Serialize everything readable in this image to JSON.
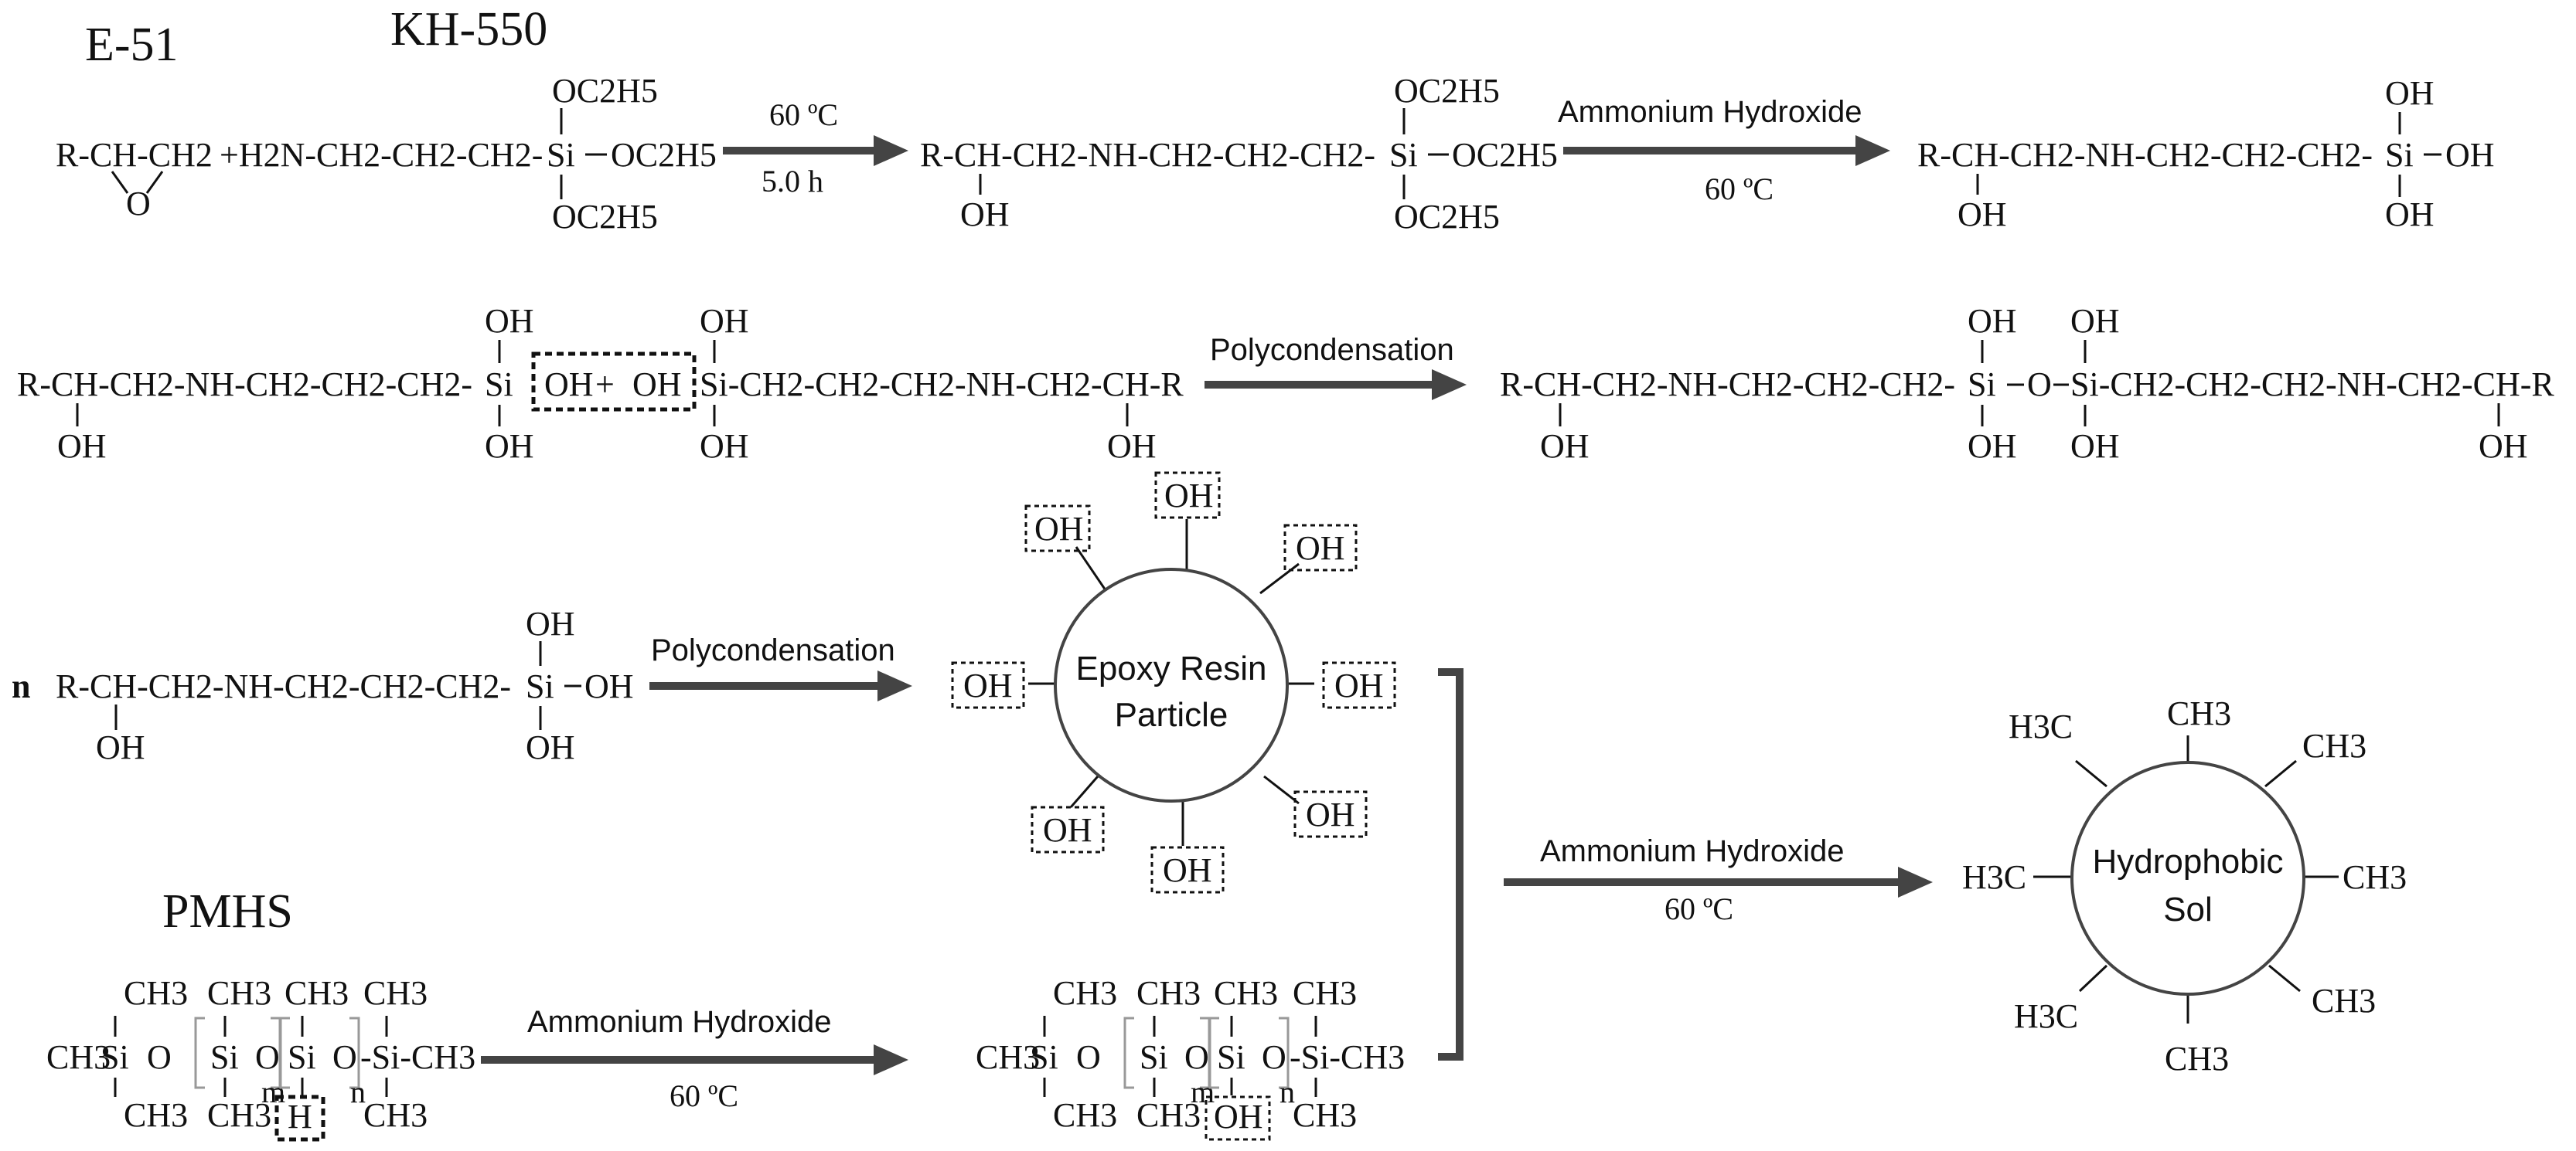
{
  "labels": {
    "e51": "E-51",
    "kh550": "KH-550",
    "pmhs": "PMHS",
    "n": "n"
  },
  "conditions": {
    "temp_60C": "60 ºC",
    "time_5h": "5.0 h",
    "ammonium_hydroxide": "Ammonium Hydroxide",
    "polycondensation": "Polycondensation"
  },
  "groups": {
    "oh": "OH",
    "ch3": "CH3",
    "h3c": "H3C",
    "oc2h5": "OC2H5",
    "h": "H",
    "si": "Si",
    "o": "O",
    "r": "R",
    "m": "m",
    "nsub": "n"
  },
  "chains": {
    "epoxy_r": "R-CH-CH2",
    "kh550_amine": "+H2N-CH2-CH2-CH2-",
    "adduct": "R-CH-CH2-NH-CH2-CH2-CH2-",
    "adduct_right": "Si-CH2-CH2-CH2-NH-CH2-CH-R",
    "dimer_right": "Si-CH2-CH2-CH2-NH-CH2-CH-R",
    "plus": "+",
    "si_ch3": "-Si-CH3"
  },
  "particles": {
    "epoxy_line1": "Epoxy Resin",
    "epoxy_line2": "Particle",
    "sol_line1": "Hydrophobic",
    "sol_line2": "Sol"
  }
}
